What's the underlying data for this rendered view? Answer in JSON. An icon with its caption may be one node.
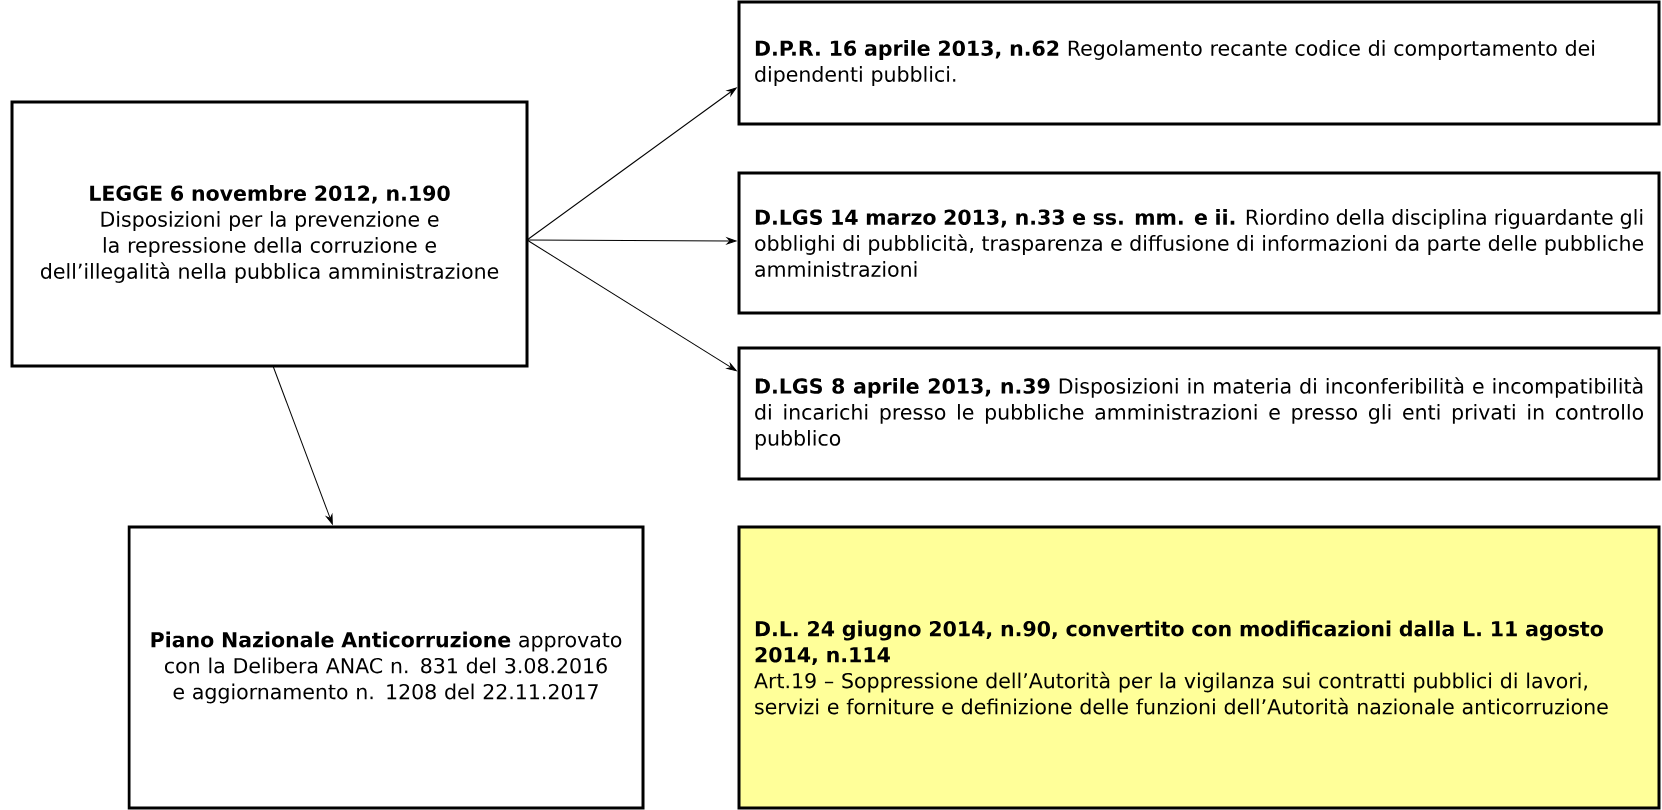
{
  "diagram": {
    "nodes": [
      {
        "text": [
          "LEGGE 6 novembre 2012, n.190",
          "Disposizioni per la prevenzione e la repressione della corruzione e dell’illegalità nella pubblica amministrazione"
        ]
      },
      {
        "text": [
          "**D.P.R.  16 aprile 2013, n.62** Regolamento recante codice di comportamento dei dipendenti pubblici."
        ]
      },
      {
        "text": [
          "**D.LGS  14 marzo 2013, n.33 e ss. mm. e ii.** Riordino della disciplina riguardante gli obblighi di pubblicità, trasparenza e diffusione di informazioni da parte delle pubbliche amministrazioni"
        ]
      },
      {
        "text": [
          "**D.LGS  8 aprile 2013, n.39** Disposizioni in materia di inconferibilità e incompatibilità di incarichi presso le pubbliche amministrazioni e presso gli enti privati in controllo pubblico"
        ]
      },
      {
        "text": [
          "D.L. 24 giugno 2014, n.90, convertito con modificazioni dalla L. 11 agosto 2014, n.114",
          "Art.19 – Soppressione dell’Autorità per la vigilanza sui contratti pubblici di lavori, servizi e forniture e definizione delle funzioni dell’Autorità nazionale anticorruzione"
        ]
      },
      {
        "text": [
          "**Piano Nazionale Anticorruzione** approvato con la Delibera ANAC n. 831 del 3.08.2016 e aggiornamento n. 1208 del 22.11.2017"
        ]
      }
    ],
    "edges": [
      {
        "from": 0,
        "to": 1,
        "arrow": "to"
      },
      {
        "from": 0,
        "to": 2,
        "arrow": "to"
      },
      {
        "from": 0,
        "to": 3,
        "arrow": "to"
      },
      {
        "from": 0,
        "to": 5,
        "arrow": "to"
      }
    ]
  }
}
